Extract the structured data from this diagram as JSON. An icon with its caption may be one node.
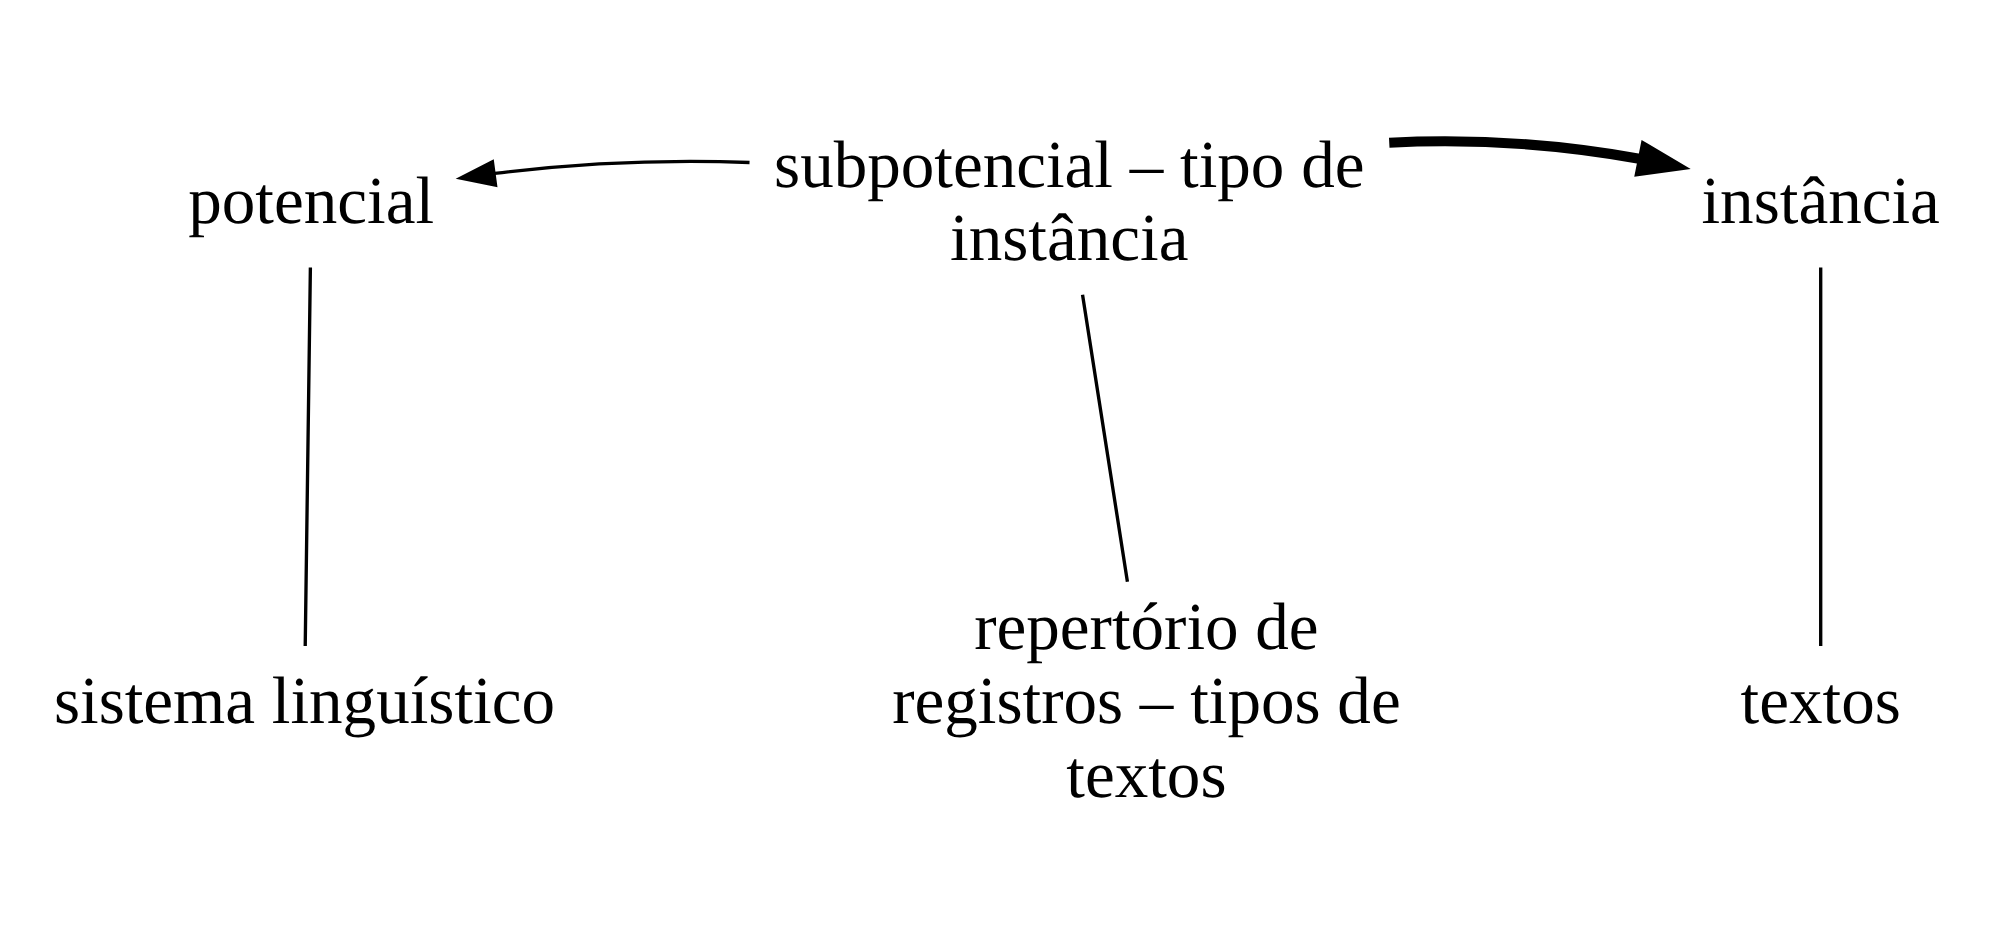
{
  "diagram": {
    "nodes": [
      {
        "text": [
          "potencial"
        ]
      },
      {
        "text": [
          "subpotencial – tipo de instância"
        ]
      },
      {
        "text": [
          "instância"
        ]
      },
      {
        "text": [
          "sistema linguístico"
        ]
      },
      {
        "text": [
          "repertório de registros – tipos de textos"
        ]
      },
      {
        "text": [
          "textos"
        ]
      }
    ],
    "edges": [
      {
        "from": 1,
        "to": 0,
        "arrow": "to"
      },
      {
        "from": 1,
        "to": 2,
        "arrow": "to",
        "style": "thick"
      },
      {
        "from": 0,
        "to": 3,
        "arrow": "none"
      },
      {
        "from": 1,
        "to": 4,
        "arrow": "none"
      },
      {
        "from": 2,
        "to": 5,
        "arrow": "none"
      }
    ]
  }
}
